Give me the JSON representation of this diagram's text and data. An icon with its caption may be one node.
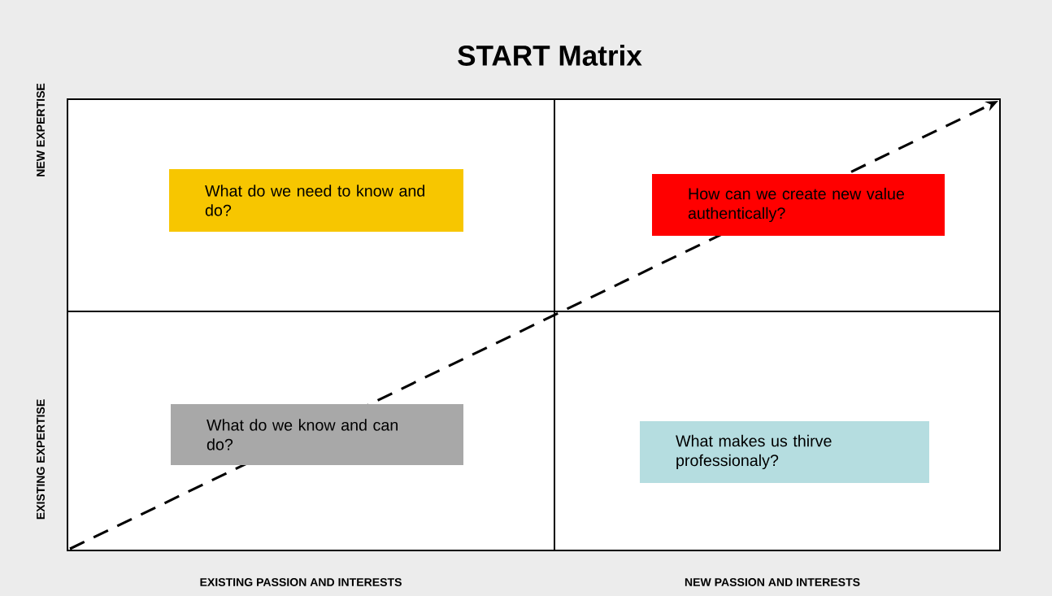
{
  "diagram": {
    "title": "START Matrix",
    "nodes": [
      {
        "text": [
          "What do we need to know and do?"
        ]
      },
      {
        "text": [
          "How can we create new value authentically?"
        ]
      },
      {
        "text": [
          "What do we know and can do?"
        ]
      },
      {
        "text": [
          "What makes us thirve professionaly?"
        ]
      }
    ],
    "labels": [
      "NEW EXPERTISE",
      "EXISTING EXPERTISE",
      "EXISTING PASSION AND INTERESTS",
      "NEW PASSION AND INTERESTS"
    ]
  }
}
